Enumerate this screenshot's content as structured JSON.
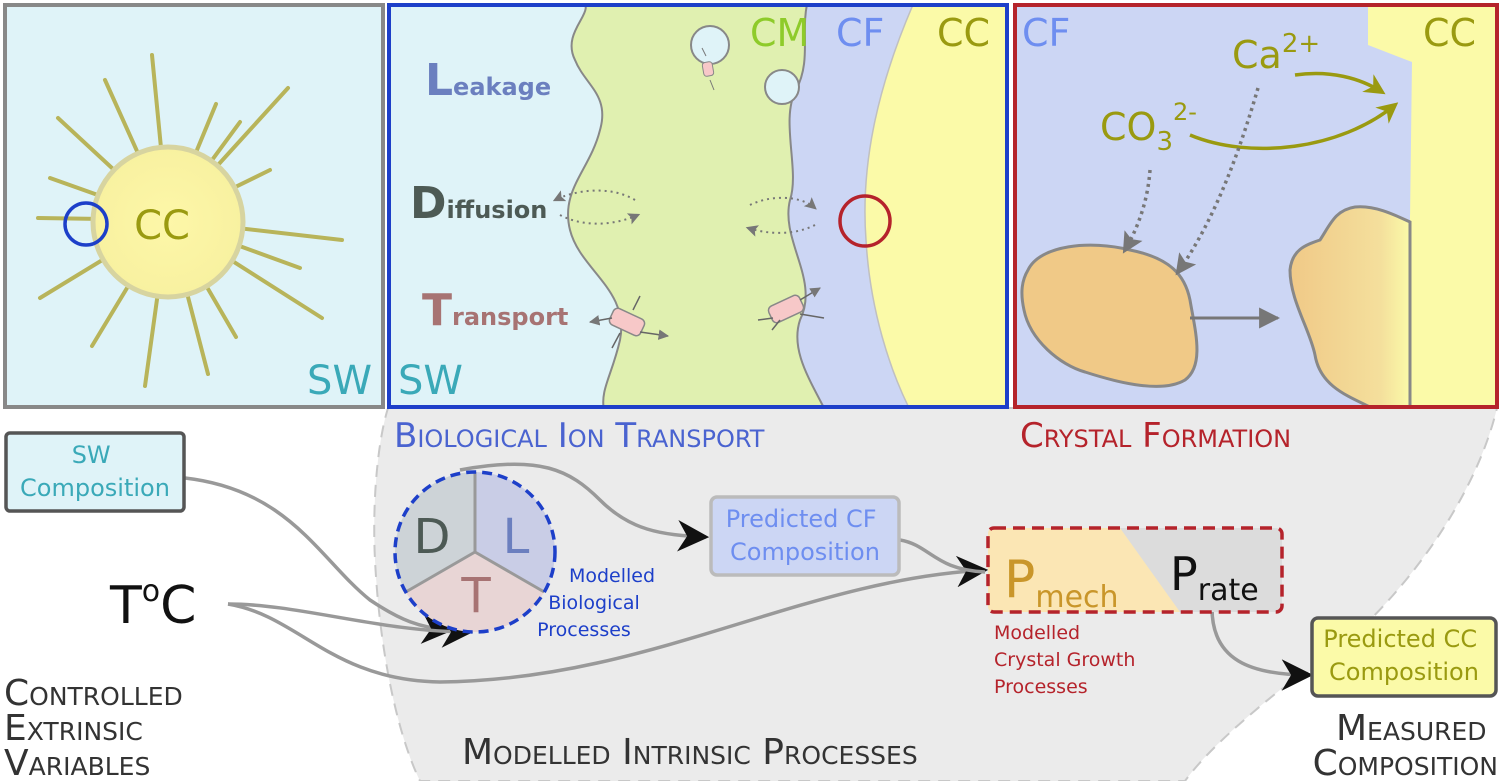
{
  "colors": {
    "sw_bg": "#dff3f8",
    "cm_bg": "#e0f0b0",
    "cf_bg": "#ccd6f4",
    "cc_bg": "#fbfaa8",
    "panel1_border": "#888888",
    "panel2_border": "#1d3fc9",
    "panel3_border": "#b5232b",
    "spine": "#b8b45a",
    "cc_text": "#9a9a10",
    "sw_text": "#3aa9b8",
    "cm_text": "#8ecb2a",
    "cf_text": "#6e8ef0",
    "leakage": "#6b7fbf",
    "diffusion": "#4d5a55",
    "transport": "#a77373",
    "ion_text": "#9a9a10",
    "crystal_fill": "#f0c987",
    "gray_region": "#ebebeb",
    "arrow": "#999999",
    "bio_title": "#4a63d0",
    "crystal_title": "#b5232b",
    "dark_text": "#333333"
  },
  "panel_organism": {
    "cc_label": "CC",
    "sw_label": "SW"
  },
  "panel_bio": {
    "cm_label": "CM",
    "cf_label": "CF",
    "cc_label": "CC",
    "sw_label": "SW",
    "leakage_initial": "L",
    "leakage_rest": "eakage",
    "diffusion_initial": "D",
    "diffusion_rest": "iffusion",
    "transport_initial": "T",
    "transport_rest": "ransport"
  },
  "panel_crystal": {
    "cf_label": "CF",
    "cc_label": "CC",
    "calcium_base": "Ca",
    "calcium_sup": "2+",
    "carbonate_base": "CO",
    "carbonate_sub": "3",
    "carbonate_sup": "2-"
  },
  "section_titles": {
    "bio_transport": "Biological Ion Transport",
    "crystal_formation": "Crystal Formation",
    "modelled_intrinsic": "Modelled Intrinsic Processes",
    "controlled_extrinsic": [
      "Controlled",
      "Extrinsic",
      "Variables"
    ],
    "measured_composition": [
      "Measured",
      "Composition"
    ]
  },
  "inputs": {
    "sw_composition": [
      "SW",
      "Composition"
    ],
    "temperature": {
      "base": "T",
      "sup": "o",
      "unit": "C"
    }
  },
  "bio_model": {
    "segments": [
      "D",
      "L",
      "T"
    ],
    "caption": [
      "Modelled",
      "Biological",
      "Processes"
    ]
  },
  "predicted_cf": [
    "Predicted CF",
    "Composition"
  ],
  "crystal_model": {
    "p_mech_base": "P",
    "p_mech_sub": "mech",
    "p_rate_base": "P",
    "p_rate_sub": "rate",
    "caption": [
      "Modelled",
      "Crystal Growth",
      "Processes"
    ]
  },
  "predicted_cc": [
    "Predicted CC",
    "Composition"
  ]
}
